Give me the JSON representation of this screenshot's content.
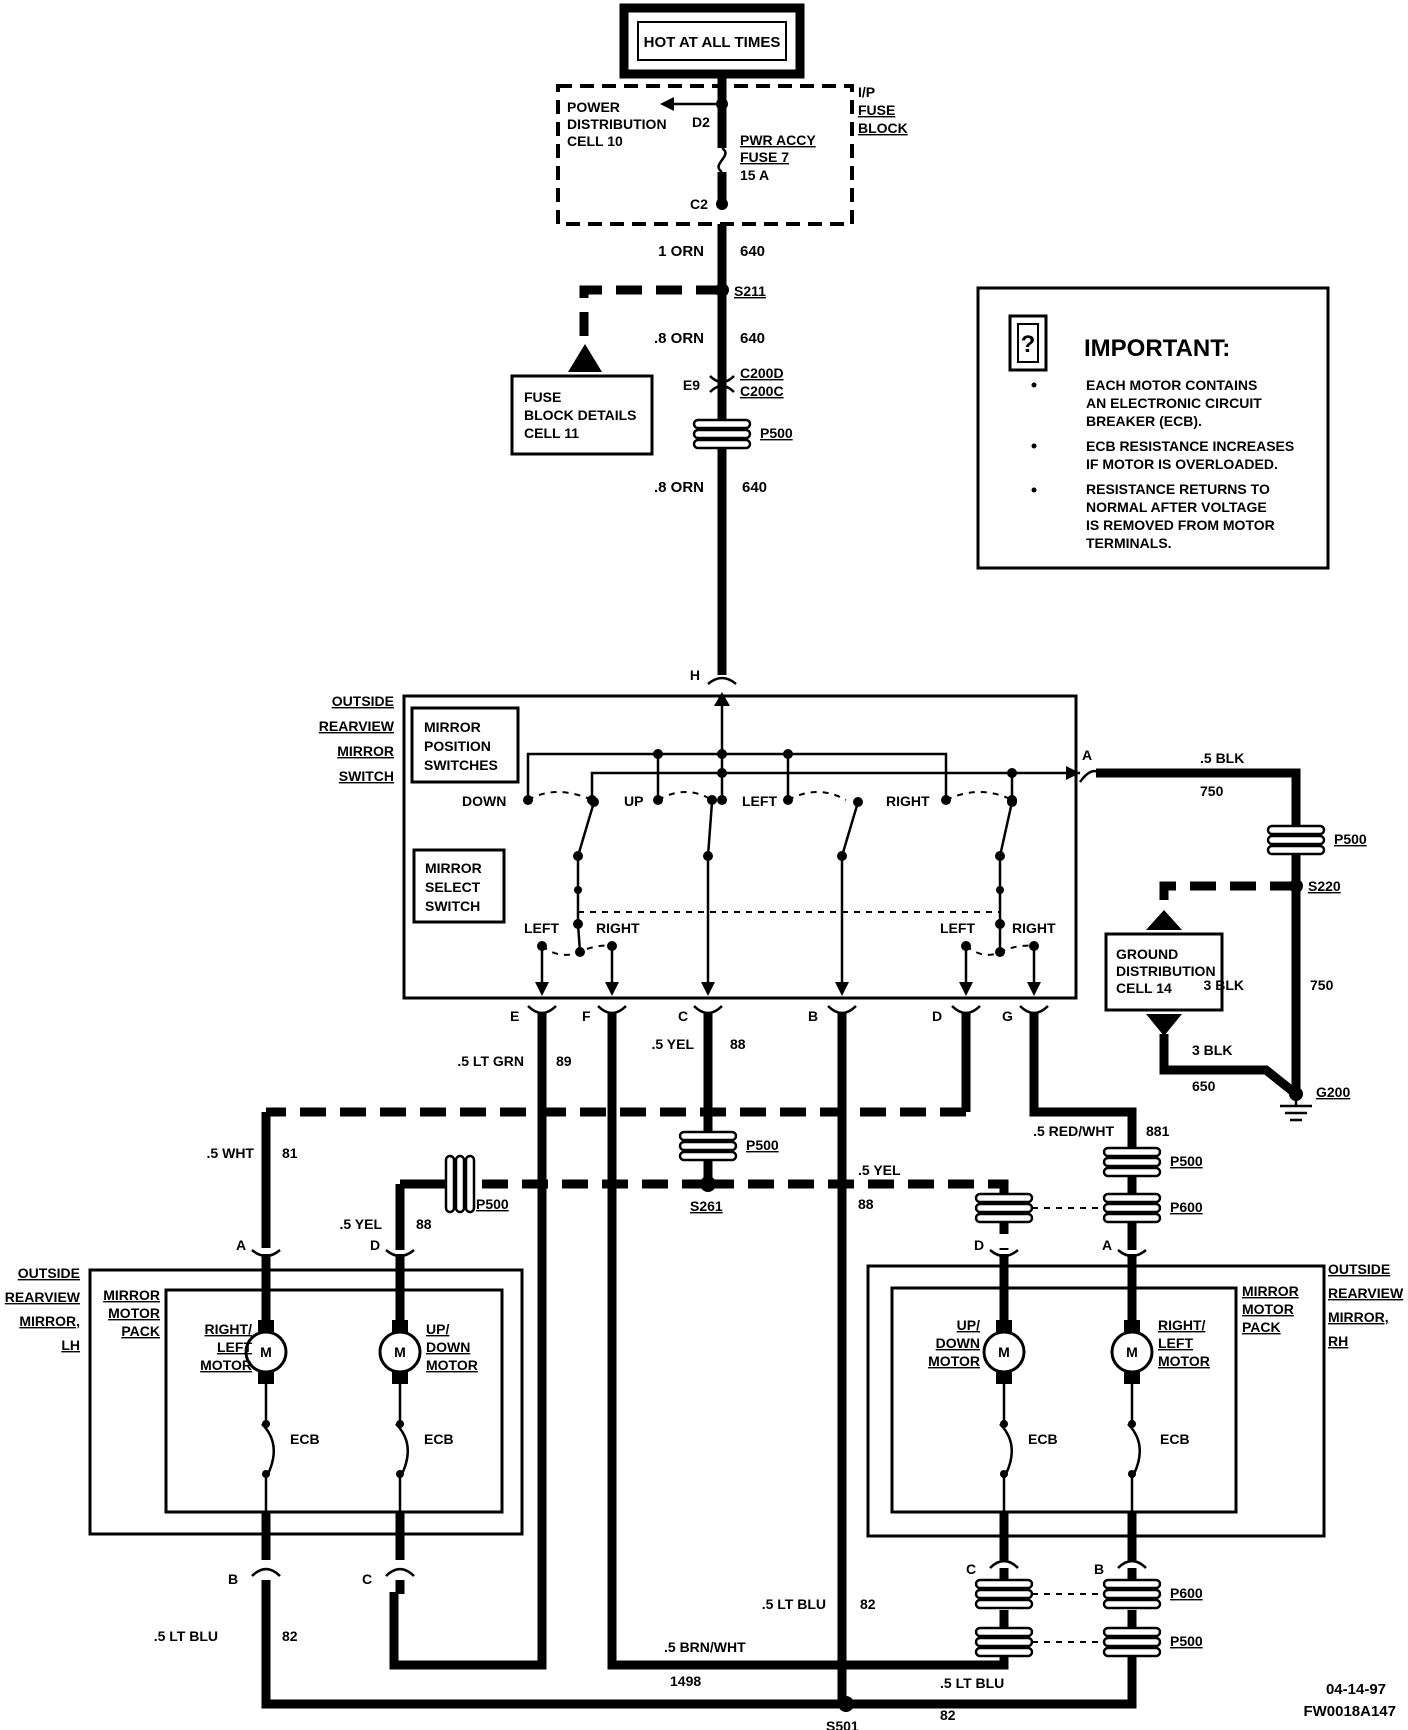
{
  "header": {
    "hot_label": "HOT AT ALL TIMES"
  },
  "fuse_block": {
    "pdc_lines": [
      "POWER",
      "DISTRIBUTION",
      "CELL  10"
    ],
    "side_lines": [
      "I/P",
      "FUSE",
      "BLOCK"
    ],
    "fuse_lines": [
      "PWR ACCY",
      "FUSE 7"
    ],
    "fuse_rating": "15 A",
    "pin_d2": "D2",
    "pin_c2": "C2"
  },
  "feed": {
    "w1_size": "1 ORN",
    "w1_circuit": "640",
    "s211": "S211",
    "w2_size": ".8 ORN",
    "w2_circuit": "640",
    "e9": "E9",
    "c200d": "C200D",
    "c200c": "C200C",
    "p500": "P500",
    "w3_size": ".8 ORN",
    "w3_circuit": "640",
    "pin_h": "H"
  },
  "fuse_details": {
    "lines": [
      "FUSE",
      "BLOCK DETAILS",
      "CELL  11"
    ]
  },
  "important": {
    "title": "IMPORTANT:",
    "bullets": [
      [
        "EACH MOTOR CONTAINS",
        "AN ELECTRONIC CIRCUIT",
        "BREAKER (ECB)."
      ],
      [
        "ECB RESISTANCE INCREASES",
        "IF MOTOR IS OVERLOADED."
      ],
      [
        "RESISTANCE RETURNS TO",
        "NORMAL AFTER VOLTAGE",
        "IS REMOVED FROM MOTOR",
        "TERMINALS."
      ]
    ]
  },
  "switch": {
    "side_lines": [
      "OUTSIDE",
      "REARVIEW",
      "MIRROR",
      "SWITCH"
    ],
    "position_lines": [
      "MIRROR",
      "POSITION",
      "SWITCHES"
    ],
    "select_lines": [
      "MIRROR",
      "SELECT",
      "SWITCH"
    ],
    "down": "DOWN",
    "up": "UP",
    "left": "LEFT",
    "right": "RIGHT",
    "sel_left_1": "LEFT",
    "sel_right_1": "RIGHT",
    "sel_left_2": "LEFT",
    "sel_right_2": "RIGHT",
    "pin_a": "A",
    "pins": [
      "E",
      "F",
      "C",
      "B",
      "D",
      "G"
    ]
  },
  "ground": {
    "w1_size": ".5  BLK",
    "w1_circuit": "750",
    "p500": "P500",
    "s220": "S220",
    "w2_size": "3 BLK",
    "w2_circuit": "750",
    "w3_size": "3 BLK",
    "w3_circuit": "650",
    "g200": "G200",
    "dist_lines": [
      "GROUND",
      "DISTRIBUTION",
      "CELL 14"
    ]
  },
  "wires": {
    "ltgrn_size": ".5  LT  GRN",
    "ltgrn_circuit": "89",
    "yel_size": ".5  YEL",
    "yel_circuit": "88",
    "p500_center": "P500",
    "s261": "S261",
    "wht_size": ".5  WHT",
    "wht_circuit": "81",
    "lh_yel_size": ".5  YEL",
    "lh_yel_circuit": "88",
    "lh_p500": "P500",
    "rh_yel_size": ".5  YEL",
    "rh_yel_circuit": "88",
    "redwht_size": ".5  RED/WHT",
    "redwht_circuit": "881",
    "rh_p500_top": "P500",
    "rh_p600_top": "P600",
    "ltblu_mid_size": ".5  LT  BLU",
    "ltblu_mid_circuit": "82",
    "ltblu_lh_size": ".5  LT  BLU",
    "ltblu_lh_circuit": "82",
    "brnwht_size": ".5 BRN/WHT",
    "brnwht_circuit": "1498",
    "ltblu_rh_size": ".5  LT  BLU",
    "ltblu_rh_circuit": "82",
    "s501": "S501",
    "rh_p600_bot": "P600",
    "rh_p500_bot": "P500"
  },
  "lh_mirror": {
    "side_lines": [
      "OUTSIDE",
      "REARVIEW",
      "MIRROR,",
      "LH"
    ],
    "pack_lines": [
      "MIRROR",
      "MOTOR",
      "PACK"
    ],
    "motor1_lines": [
      "RIGHT/",
      "LEFT",
      "MOTOR"
    ],
    "motor2_lines": [
      "UP/",
      "DOWN",
      "MOTOR"
    ],
    "m": "M",
    "ecb": "ECB",
    "pin_a": "A",
    "pin_d": "D",
    "pin_b": "B",
    "pin_c": "C"
  },
  "rh_mirror": {
    "side_lines": [
      "OUTSIDE",
      "REARVIEW",
      "MIRROR,",
      "RH"
    ],
    "pack_lines": [
      "MIRROR",
      "MOTOR",
      "PACK"
    ],
    "motor1_lines": [
      "UP/",
      "DOWN",
      "MOTOR"
    ],
    "motor2_lines": [
      "RIGHT/",
      "LEFT",
      "MOTOR"
    ],
    "m": "M",
    "ecb": "ECB",
    "pin_d": "D",
    "pin_a": "A",
    "pin_c": "C",
    "pin_b": "B"
  },
  "footer": {
    "date": "04-14-97",
    "code": "FW0018A147"
  }
}
